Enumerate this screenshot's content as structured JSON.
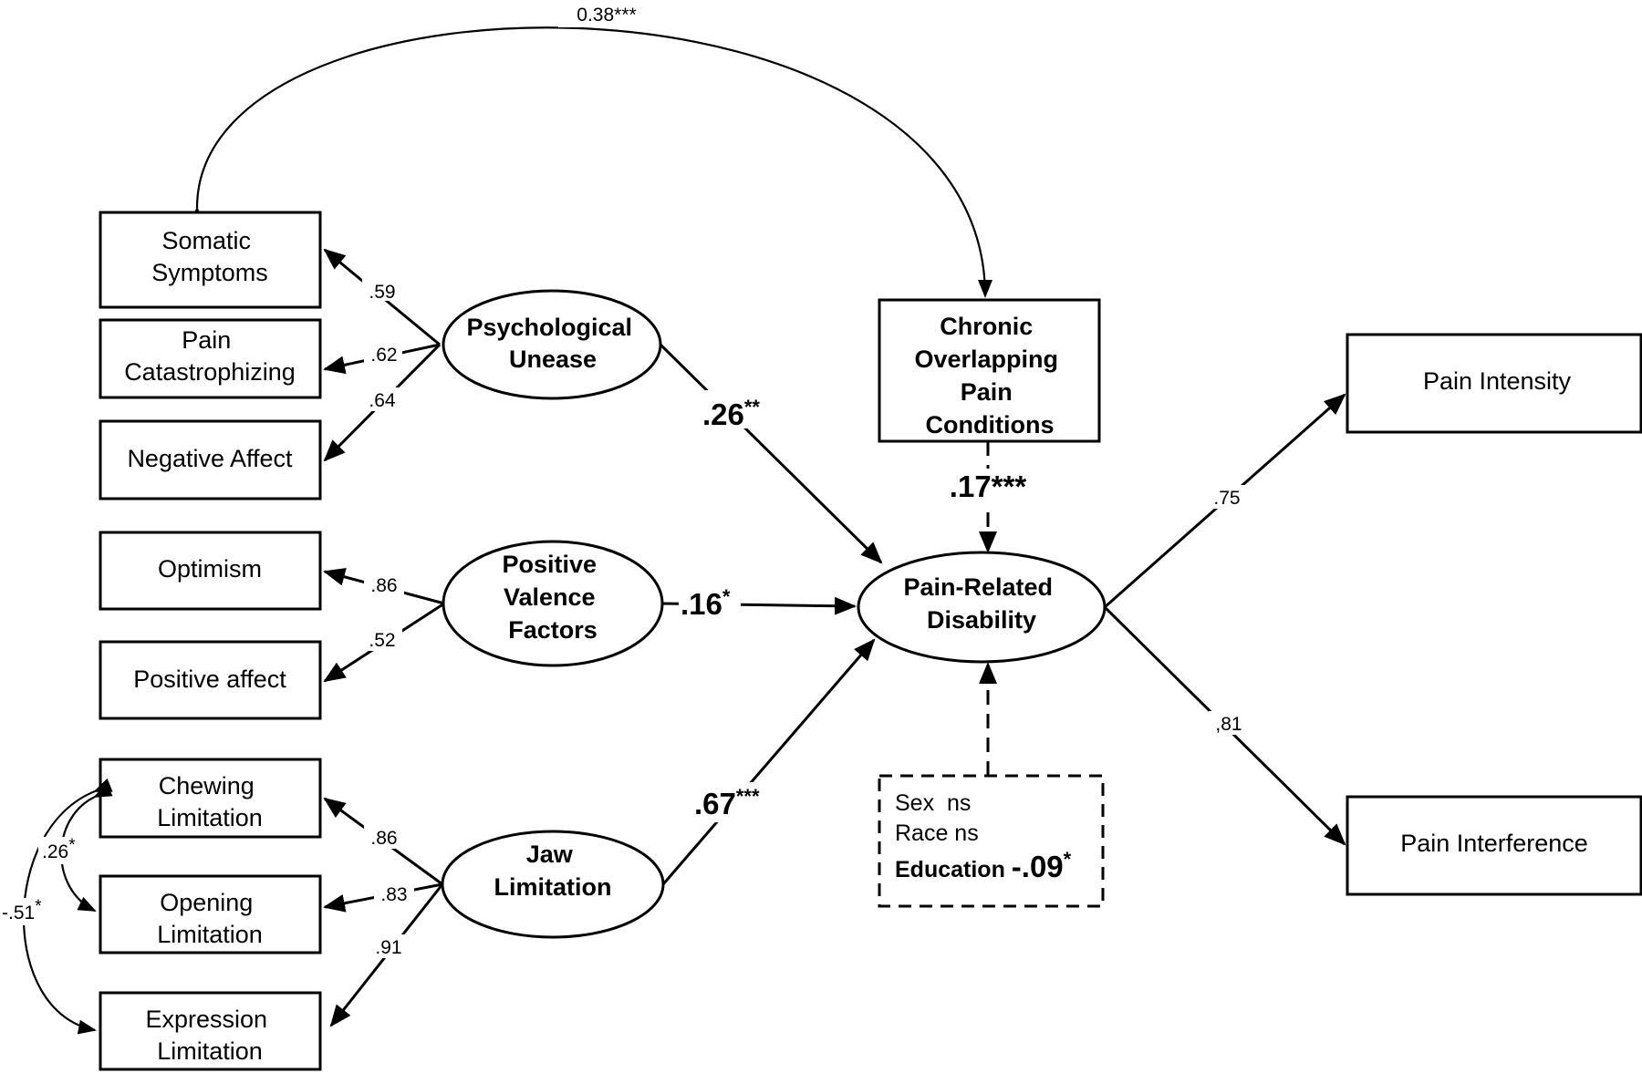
{
  "indicators": {
    "somatic": [
      "Somatic",
      "Symptoms"
    ],
    "catastrophizing": [
      "Pain",
      "Catastrophizing"
    ],
    "negative_affect": "Negative Affect",
    "optimism": "Optimism",
    "positive_affect": "Positive affect",
    "chewing": [
      "Chewing",
      "Limitation"
    ],
    "opening": [
      "Opening",
      "Limitation"
    ],
    "expression": [
      "Expression",
      "Limitation"
    ]
  },
  "latents": {
    "psychological": [
      "Psychological",
      "Unease"
    ],
    "positive_valence": [
      "Positive",
      "Valence",
      "Factors"
    ],
    "jaw": [
      "Jaw",
      "Limitation"
    ],
    "disability": [
      "Pain-Related",
      "Disability"
    ]
  },
  "observed": {
    "chronic": [
      "Chronic",
      "Overlapping",
      "Pain",
      "Conditions"
    ],
    "pain_intensity": "Pain Intensity",
    "pain_interference": "Pain Interference"
  },
  "moderators": {
    "sex": "Sex  ns",
    "race": "Race ns",
    "education_label": "Education ",
    "education_value": "-.09",
    "education_sig": "*"
  },
  "loadings": {
    "somatic": ".59",
    "catastrophizing": ".62",
    "negative_affect": ".64",
    "optimism": ".86",
    "positive_affect": ".52",
    "chewing": ".86",
    "opening": ".83",
    "expression": ".91",
    "pain_intensity": ".75",
    "pain_interference": ",81"
  },
  "paths": {
    "psych_to_disability": {
      "value": ".26",
      "sig": "**"
    },
    "positive_to_disability": {
      "value": ".16",
      "sig": "*"
    },
    "jaw_to_disability": {
      "value": ".67",
      "sig": "***"
    },
    "chronic_to_disability": {
      "value": ".17***",
      "sig": ""
    }
  },
  "covariances": {
    "top": "0.38***",
    "chewing_opening": {
      "value": ".26",
      "sig": "*"
    },
    "chewing_expression": {
      "value": "-.51",
      "sig": "*"
    }
  }
}
